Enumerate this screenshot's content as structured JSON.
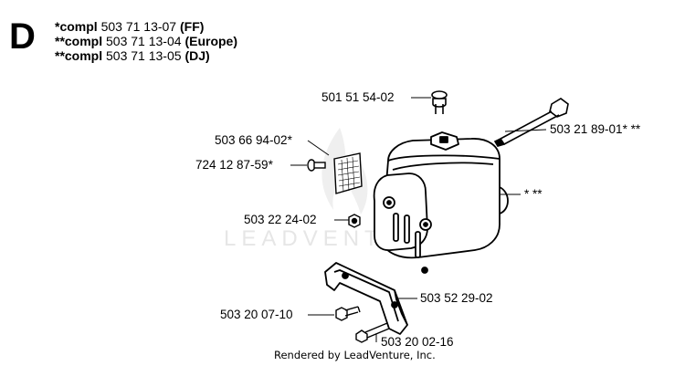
{
  "section": {
    "letter": "D"
  },
  "assemblies": [
    {
      "prefix": "*compl",
      "number": "503 71 13-07",
      "variant": "(FF)"
    },
    {
      "prefix": "**compl",
      "number": "503 71 13-04",
      "variant": "(Europe)"
    },
    {
      "prefix": "**compl",
      "number": "503 71 13-05",
      "variant": "(DJ)"
    }
  ],
  "parts": {
    "cap": "501 51 54-02",
    "bolt_long": "503 21 89-01* **",
    "screen": "503 66 94-02*",
    "screw_screen": "724 12 87-59*",
    "muffler": "* **",
    "nut": "503 22 24-02",
    "gasket": "503 52 29-02",
    "screw_bracket": "503 20 07-10",
    "bolt_short": "503 20 02-16"
  },
  "watermark": "LEADVENTURE",
  "footer": "Rendered by LeadVenture, Inc."
}
